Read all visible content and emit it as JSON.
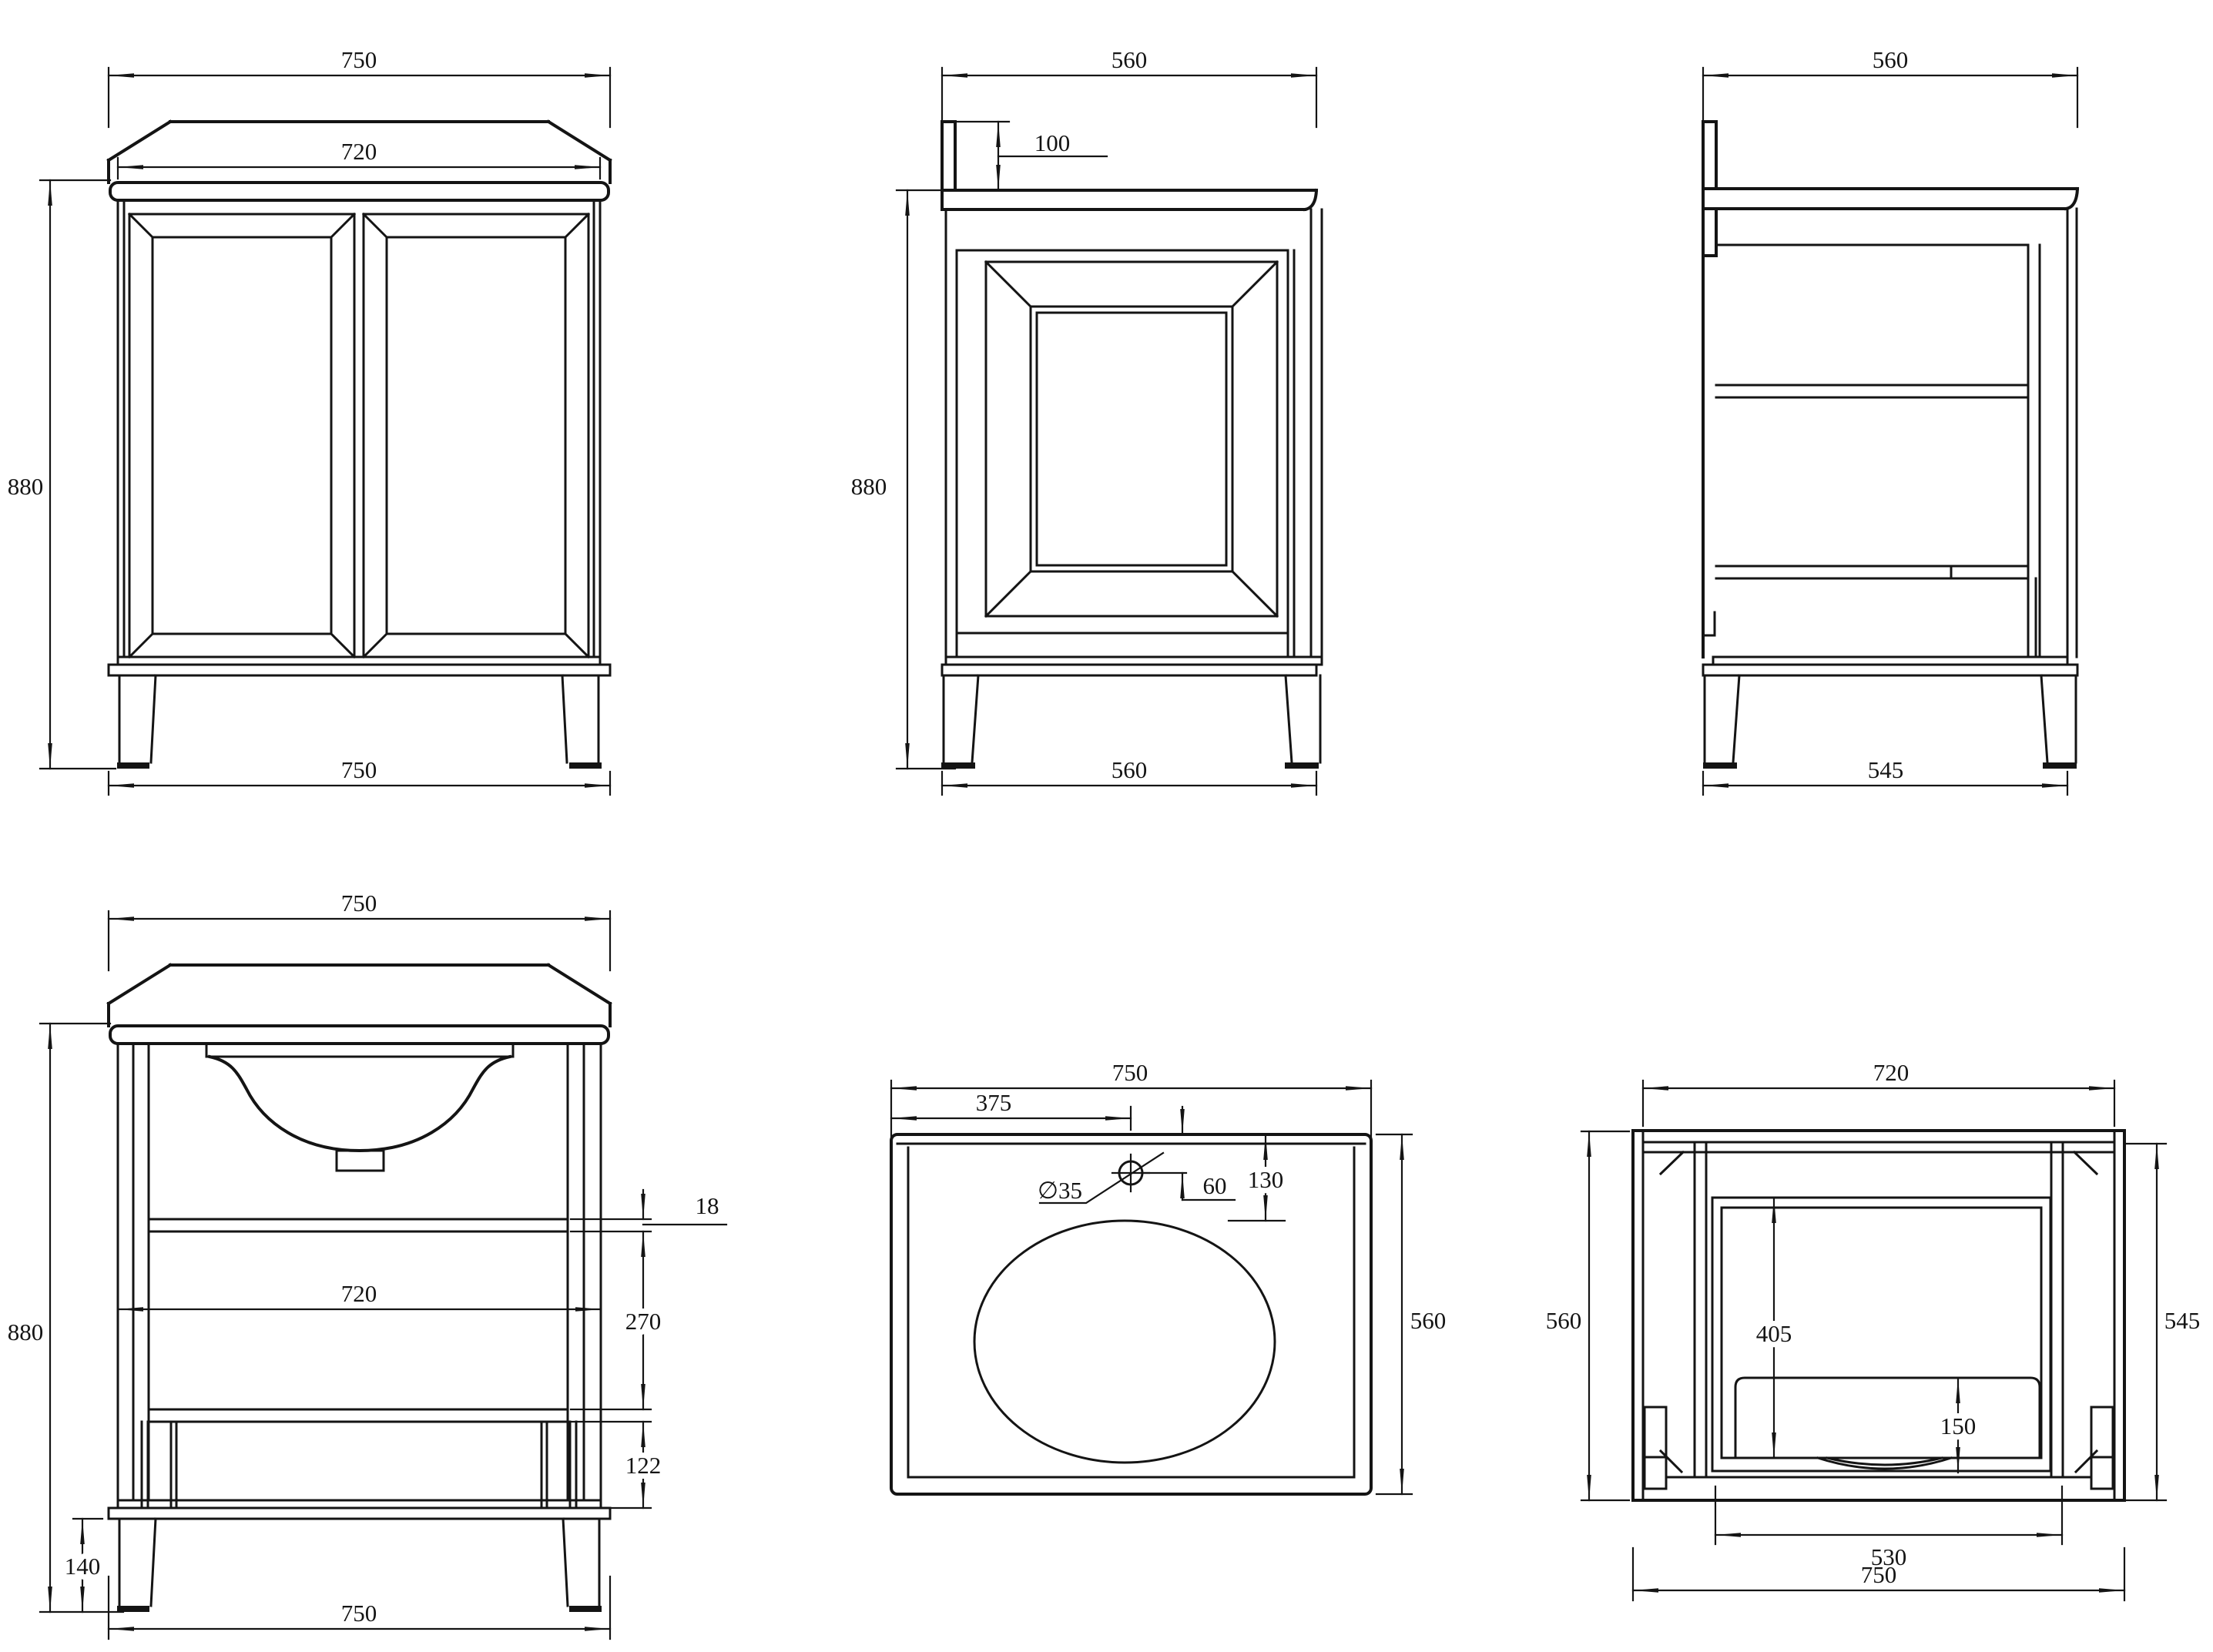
{
  "drawing": {
    "background": "#ffffff",
    "line_color": "#141414",
    "views": {
      "front": {
        "w_top": "750",
        "w_cab": "720",
        "h": "880",
        "w_bot": "750"
      },
      "side": {
        "d_top": "560",
        "splash": "100",
        "h": "880",
        "d_bot": "560"
      },
      "side_open": {
        "d_top": "560",
        "d_bot": "545"
      },
      "section": {
        "w_top": "750",
        "shelf_t": "18",
        "w_cab": "720",
        "gap": "270",
        "gap_bot": "122",
        "h": "880",
        "leg": "140",
        "w_bot": "750"
      },
      "top_plan": {
        "w": "750",
        "w_half": "375",
        "hole": "∅35",
        "hole_off": "60",
        "basin_off": "130",
        "d": "560"
      },
      "base_plan": {
        "w_cab": "720",
        "d": "560",
        "open_d": "405",
        "front_off": "150",
        "d_side": "545",
        "inner_w": "530",
        "w": "750"
      }
    }
  }
}
